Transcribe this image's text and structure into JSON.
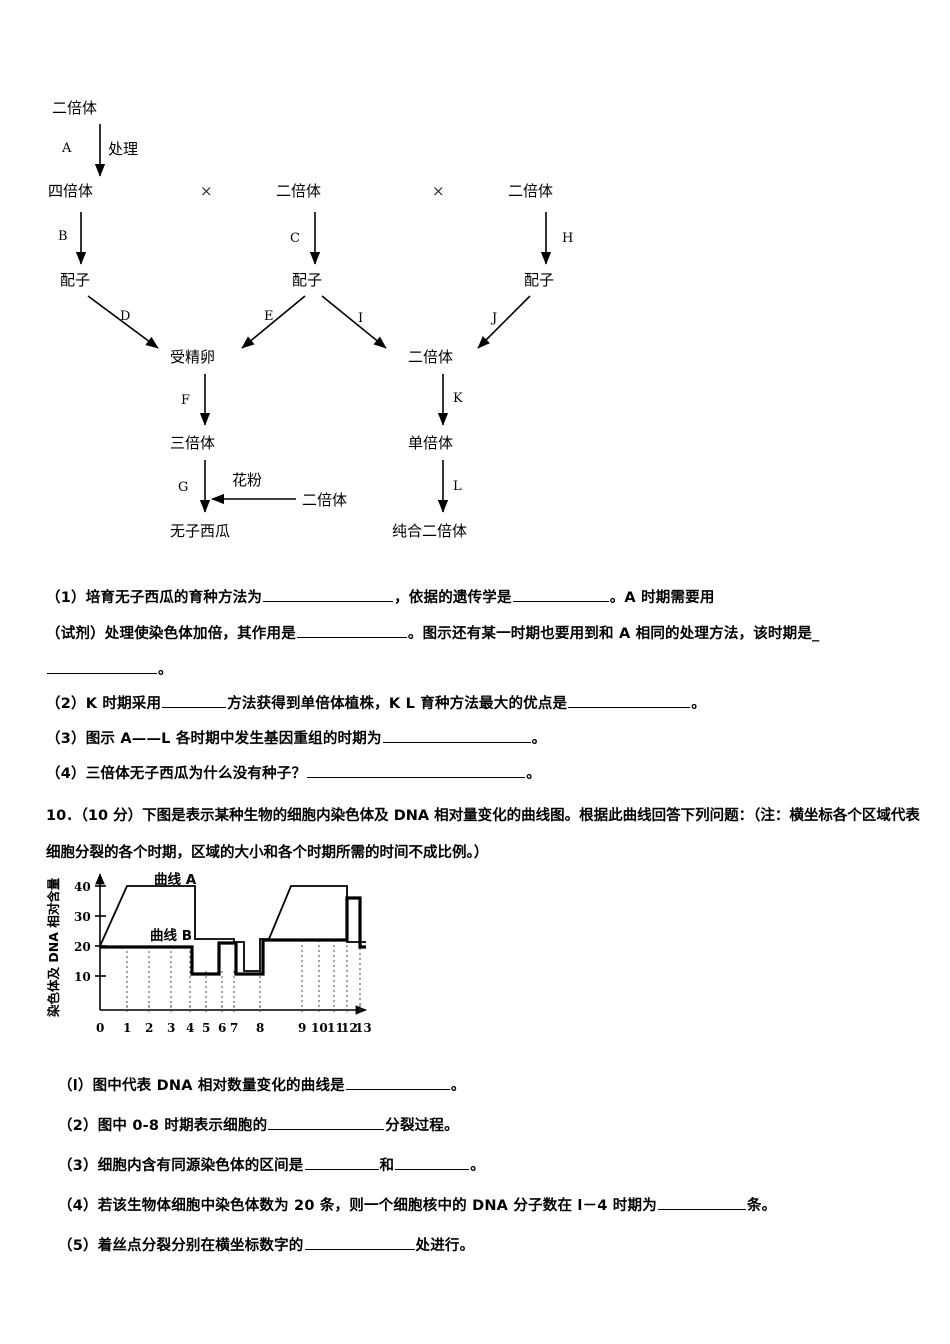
{
  "diagram": {
    "name": "polyploid-breeding-flowchart",
    "nodes": {
      "diploid_top": "二倍体",
      "tetraploid": "四倍体",
      "diploid_mid": "二倍体",
      "diploid_right": "二倍体",
      "gamete_left": "配子",
      "gamete_mid": "配子",
      "gamete_right": "配子",
      "zygote": "受精卵",
      "diploid_lower": "二倍体",
      "triploid": "三倍体",
      "haploid": "单倍体",
      "seedless_watermelon": "无子西瓜",
      "pure_diploid": "纯合二倍体",
      "pollen_source": "二倍体"
    },
    "arrow_labels": {
      "A": "A",
      "B": "B",
      "C": "C",
      "D": "D",
      "E": "E",
      "F": "F",
      "G": "G",
      "H": "H",
      "I": "I",
      "J": "J",
      "K": "K",
      "L": "L"
    },
    "annotations": {
      "treatment": "处理",
      "pollen": "花粉",
      "cross1": "×",
      "cross2": "×"
    }
  },
  "question9": {
    "part1_a": "（1）培育无子西瓜的育种方法为",
    "part1_b": "，依据的遗传学是",
    "part1_c": "。A 时期需要用",
    "part1_d": "（试剂）处理使染色体加倍，其作用是",
    "part1_e": "。图示还有某一时期也要用到和 A 相同的处理方法，该时期是_",
    "part1_f": "。",
    "part2_a": "（2）K 时期采用",
    "part2_b": "方法获得到单倍体植株，K L 育种方法最大的优点是",
    "part2_c": "。",
    "part3_a": "（3）图示 A——L 各时期中发生基因重组的时期为",
    "part3_b": "。",
    "part4_a": "（4）三倍体无子西瓜为什么没有种子？",
    "part4_b": "。"
  },
  "question10": {
    "stem": "10．（10 分）下图是表示某种生物的细胞内染色体及 DNA 相对量变化的曲线图。根据此曲线回答下列问题：（注：横坐标各个区域代表细胞分裂的各个时期，区域的大小和各个时期所需的时间不成比例。）",
    "sub1_a": "（l）图中代表 DNA 相对数量变化的曲线是",
    "sub1_b": "。",
    "sub2_a": "（2）图中 0-8 时期表示细胞的",
    "sub2_b": "分裂过程。",
    "sub3_a": "（3）细胞内含有同源染色体的区间是",
    "sub3_b": "和",
    "sub3_c": "。",
    "sub4_a": "（4）若该生物体细胞中染色体数为 20 条，则一个细胞核中的 DNA 分子数在 l－4 时期为",
    "sub4_b": "条。",
    "sub5_a": "（5）着丝点分裂分别在横坐标数字的",
    "sub5_b": "处进行。"
  },
  "chart_data": {
    "type": "line",
    "title": "",
    "xlabel": "",
    "ylabel": "染色体及 DNA 相对含量",
    "xlim": [
      0,
      13
    ],
    "ylim": [
      0,
      45
    ],
    "yticks": [
      10,
      20,
      30,
      40
    ],
    "xticks": [
      0,
      1,
      2,
      3,
      4,
      5,
      6,
      7,
      8,
      9,
      10,
      11,
      12,
      13
    ],
    "xtick_labels": [
      "0",
      "1",
      "2",
      "3",
      "4",
      "5",
      "6",
      "7",
      "8",
      "9",
      "10",
      "11",
      "12",
      "13"
    ],
    "grid": "vertical-dashed",
    "legend_position": "inline-annotation",
    "series": [
      {
        "name": "曲线 A",
        "label": "曲线 A",
        "description": "DNA 相对数量变化曲线",
        "points": [
          [
            0,
            20
          ],
          [
            1,
            40
          ],
          [
            4.2,
            40
          ],
          [
            4.2,
            23
          ],
          [
            6.2,
            23
          ],
          [
            6.2,
            22
          ],
          [
            7.0,
            22
          ],
          [
            7.0,
            13
          ],
          [
            7.8,
            13
          ],
          [
            7.8,
            23
          ],
          [
            8.3,
            23
          ],
          [
            8.3,
            23
          ],
          [
            9.4,
            40
          ],
          [
            11.5,
            40
          ],
          [
            11.5,
            22
          ],
          [
            13,
            22
          ]
        ]
      },
      {
        "name": "曲线 B",
        "label": "曲线 B",
        "description": "染色体相对数量变化曲线",
        "points": [
          [
            0,
            20
          ],
          [
            4.05,
            20
          ],
          [
            4.05,
            11.5
          ],
          [
            5.8,
            11.5
          ],
          [
            5.8,
            22
          ],
          [
            6.7,
            22
          ],
          [
            6.7,
            11.5
          ],
          [
            8.0,
            11.5
          ],
          [
            8.0,
            23
          ],
          [
            11.35,
            23
          ],
          [
            11.35,
            37.5
          ],
          [
            12.0,
            37.5
          ],
          [
            12.0,
            20
          ],
          [
            13,
            20
          ]
        ]
      }
    ],
    "annotations": [
      {
        "text": "曲线 A",
        "x": 2.0,
        "y": 43
      },
      {
        "text": "曲线 B",
        "x": 2.0,
        "y": 25
      }
    ]
  }
}
